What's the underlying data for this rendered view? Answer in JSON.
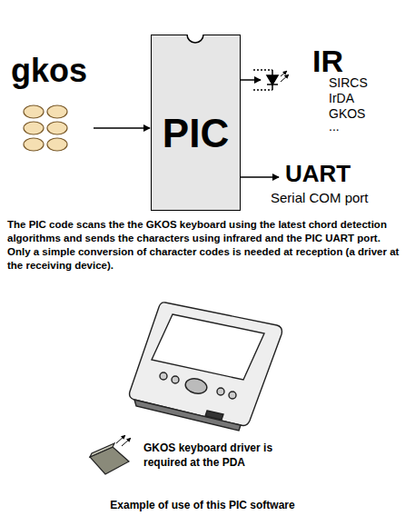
{
  "diagram": {
    "caption": "Example of use of this PIC software",
    "nodes": [
      {
        "text": [
          "gkos"
        ]
      },
      {
        "text": [
          "PIC"
        ]
      }
    ],
    "edges": [
      {
        "from": 0,
        "to": 1,
        "arrow": "to"
      }
    ],
    "labels": [
      "IR",
      "SIRCS",
      "IrDA",
      "GKOS",
      "...",
      "UART",
      "Serial COM port",
      "The PIC code scans the the GKOS keyboard using the latest chord detection algorithms and sends the characters using infrared and the PIC UART port. Only a simple conversion of character codes is needed at reception (a driver at the receiving device).",
      "GKOS keyboard driver is required at the PDA"
    ]
  }
}
